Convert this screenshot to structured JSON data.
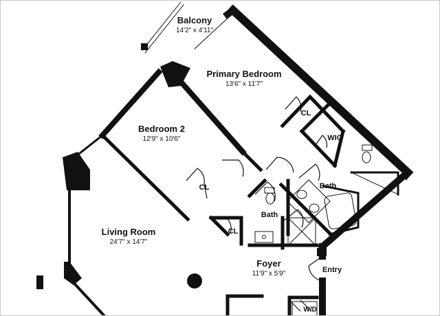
{
  "rooms": {
    "balcony": {
      "name": "Balcony",
      "dims": "14'2\" x 4'11\""
    },
    "primary": {
      "name": "Primary Bedroom",
      "dims": "13'6\" x 11'7\""
    },
    "bedroom2": {
      "name": "Bedroom 2",
      "dims": "12'9\" x 10'6\""
    },
    "living": {
      "name": "Living Room",
      "dims": "24'7\" x 14'7\""
    },
    "foyer": {
      "name": "Foyer",
      "dims": "11'9\" x 5'9\""
    }
  },
  "labels": {
    "cl": "CL",
    "wic": "WIC",
    "bath": "Bath",
    "entry": "Entry",
    "wd": "W/D"
  },
  "colors": {
    "wall": "#111111",
    "background": "#ffffff",
    "border": "#c8c8c8"
  }
}
